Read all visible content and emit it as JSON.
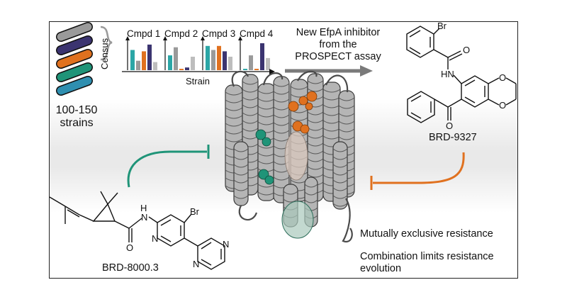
{
  "strains": {
    "label_line1": "100-150",
    "label_line2": "strains",
    "colors": [
      "#9a9a9a",
      "#3b3470",
      "#e0711f",
      "#1f9478",
      "#2f8fb0"
    ]
  },
  "chart_data": {
    "type": "bar",
    "ylabel": "Census",
    "xlabel": "Strain",
    "series_colors": [
      "#2ba6a6",
      "#9a9a9a",
      "#e0711f",
      "#3b3470",
      "#bdbdbd"
    ],
    "panels": [
      {
        "name": "Cmpd 1",
        "values": [
          0.75,
          0.35,
          0.7,
          0.95,
          0.3
        ]
      },
      {
        "name": "Cmpd 2",
        "values": [
          0.55,
          0.85,
          0.05,
          0.1,
          0.5
        ]
      },
      {
        "name": "Cmpd 3",
        "values": [
          0.9,
          0.75,
          0.9,
          0.7,
          0.5
        ]
      },
      {
        "name": "Cmpd 4",
        "values": [
          0.05,
          0.55,
          0.05,
          1.0,
          0.45
        ]
      }
    ]
  },
  "assay": {
    "title_line1": "New EfpA inhibitor",
    "title_line2": "from the",
    "title_line3": "PROSPECT assay"
  },
  "compound_top": {
    "name": "BRD-9327",
    "atoms": {
      "br": "Br",
      "o1": "O",
      "nh": "HN",
      "o2": "O",
      "o3": "O",
      "o4": "O"
    }
  },
  "compound_bottom": {
    "name": "BRD-8000.3",
    "atoms": {
      "h": "H",
      "n1": "N",
      "n2": "N",
      "br": "Br",
      "o": "O",
      "n3": "N",
      "n4": "N"
    }
  },
  "findings": {
    "line1": "Mutually exclusive resistance",
    "line2": "Combination limits resistance evolution"
  },
  "colors": {
    "green_arrow": "#1f9478",
    "orange_arrow": "#e0711f",
    "arrow_gray": "#7a7a7a",
    "protein": "#a8a8a8"
  }
}
